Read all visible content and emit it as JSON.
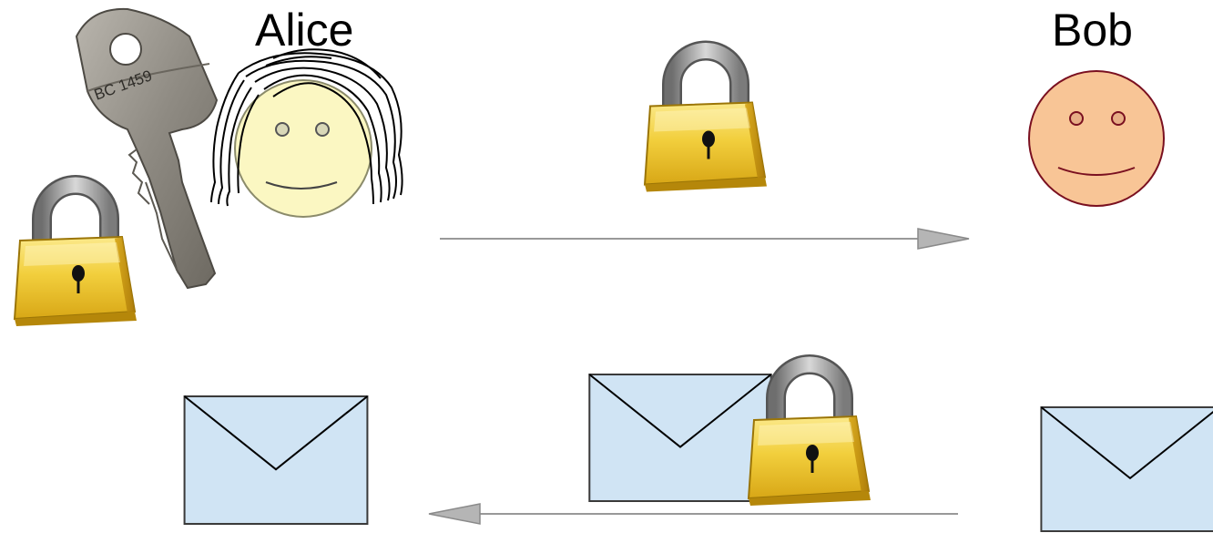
{
  "labels": {
    "alice": "Alice",
    "bob": "Bob"
  },
  "key": {
    "engraving": "BC 1459"
  },
  "colors": {
    "envelope_fill": "#d0e4f4",
    "envelope_stroke": "#3a3a3a",
    "lock_body_light": "#f6df67",
    "lock_body_dark": "#c79a0c",
    "lock_shackle": "#8c8c8c",
    "alice_face": "#fbf7c2",
    "bob_face": "#f8c596",
    "bob_outline": "#7a1020",
    "arrow": "#9a9a9a",
    "key_metal": "#8e8b84"
  },
  "icons": [
    "key-icon",
    "padlock-icon",
    "envelope-icon",
    "alice-face-icon",
    "bob-face-icon",
    "arrow-icon"
  ]
}
